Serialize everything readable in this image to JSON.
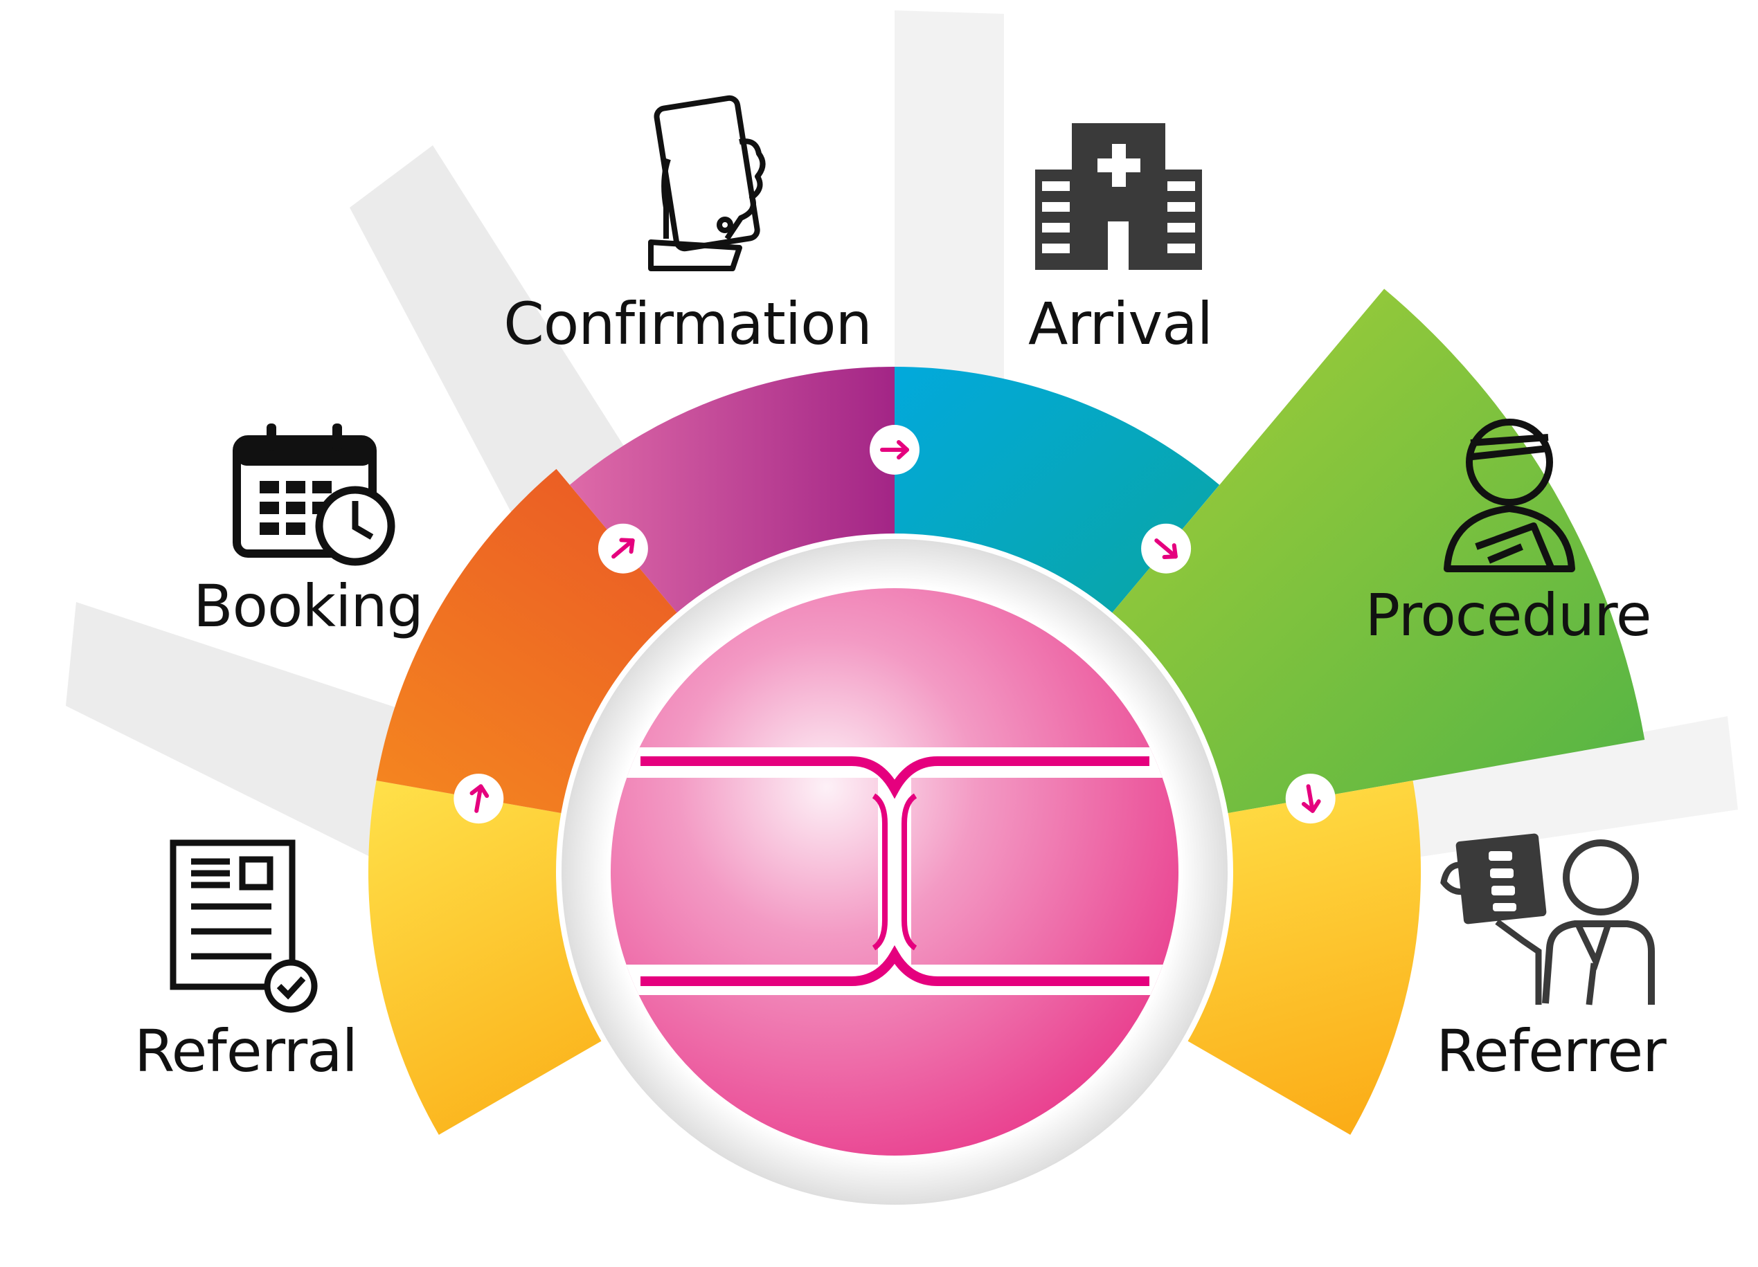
{
  "stages": [
    {
      "id": "referral",
      "label": "Referral",
      "icon": "document-check-icon",
      "color": "#fcc92b"
    },
    {
      "id": "booking",
      "label": "Booking",
      "icon": "calendar-clock-icon",
      "color": "#ee6a22"
    },
    {
      "id": "confirmation",
      "label": "Confirmation",
      "icon": "phone-in-hand-icon",
      "color": "#c5388f"
    },
    {
      "id": "arrival",
      "label": "Arrival",
      "icon": "hospital-icon",
      "color": "#0aa9c9"
    },
    {
      "id": "procedure",
      "label": "Procedure",
      "icon": "bandaged-patient-icon",
      "color": "#8ac43f"
    },
    {
      "id": "referrer",
      "label": "Referrer",
      "icon": "doctor-with-xray-icon",
      "color": "#fcc92b"
    }
  ],
  "arrow_color": "#e5007e",
  "center_logo": {
    "icon": "pink-sphere-logo-icon",
    "color": "#ec3d92"
  }
}
